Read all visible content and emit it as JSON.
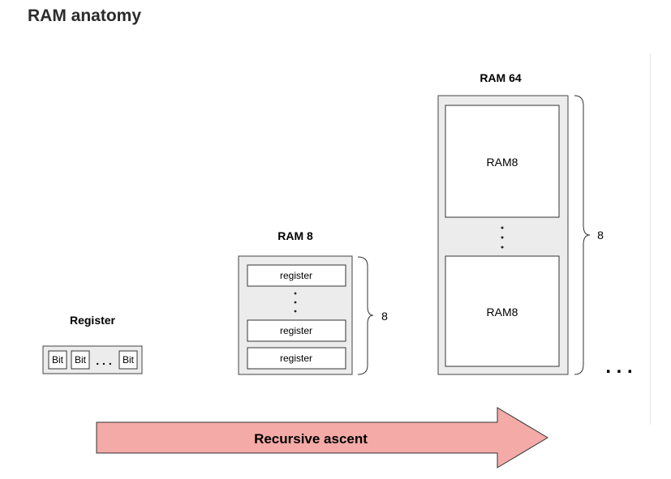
{
  "page": {
    "title": "RAM anatomy"
  },
  "register": {
    "title": "Register",
    "bits": [
      "Bit",
      "Bit",
      "Bit"
    ],
    "ellipsis": ". . ."
  },
  "ram8": {
    "title": "RAM 8",
    "register_label": "register",
    "count": "8"
  },
  "ram64": {
    "title": "RAM 64",
    "block_label": "RAM8",
    "count": "8"
  },
  "trailing_ellipsis": ". . .",
  "arrow": {
    "label": "Recursive ascent",
    "color": "#f4aaa7"
  }
}
